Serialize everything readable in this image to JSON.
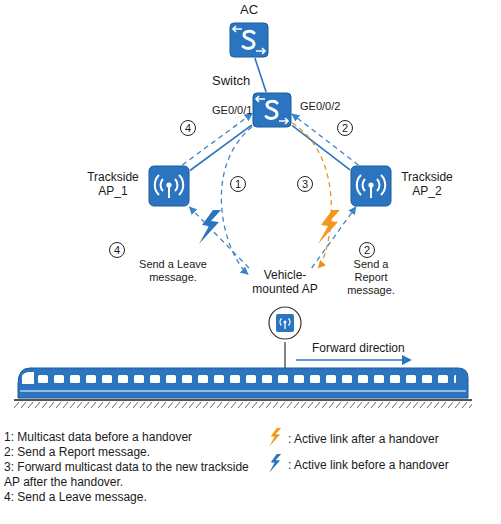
{
  "diagram": {
    "nodes": [
      {
        "text": [
          "AC"
        ]
      },
      {
        "text": [
          "Switch"
        ]
      },
      {
        "text": [
          "Trackside AP_1"
        ]
      },
      {
        "text": [
          "Trackside AP_2"
        ]
      },
      {
        "text": [
          "Vehicle-mounted AP"
        ]
      }
    ],
    "edges": [
      {
        "from": 0,
        "to": 1,
        "arrow": "none"
      },
      {
        "from": 1,
        "to": 2,
        "arrow": "none"
      },
      {
        "from": 1,
        "to": 3,
        "arrow": "none"
      },
      {
        "from": 1,
        "to": 4,
        "arrow": "to"
      },
      {
        "from": 1,
        "to": 4,
        "arrow": "to"
      },
      {
        "from": 4,
        "to": 3,
        "arrow": "to"
      },
      {
        "from": 3,
        "to": 1,
        "arrow": "to"
      },
      {
        "from": 4,
        "to": 2,
        "arrow": "to"
      },
      {
        "from": 2,
        "to": 1,
        "arrow": "to"
      }
    ],
    "labels": [
      "4",
      "GE0/0/1",
      "GE0/0/2",
      "2",
      "1",
      "3",
      "4",
      "Send a Leave message.",
      "2",
      "Send a Report message.",
      "Forward direction",
      "1: Multicast data before a handover",
      "2: Send a Report message.",
      "3: Forward multicast data to the new trackside AP after the handover.",
      "4: Send a Leave message."
    ],
    "legend": [
      {
        "text": ": Active link after a handover"
      },
      {
        "text": ": Active link before a handover"
      }
    ]
  }
}
